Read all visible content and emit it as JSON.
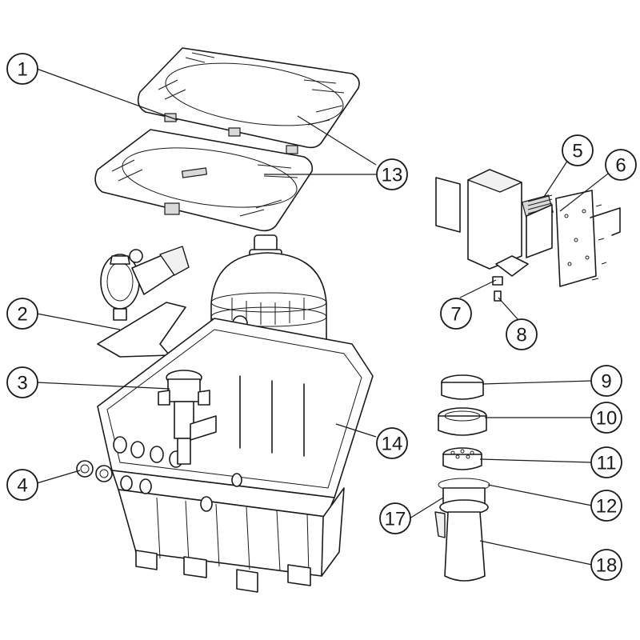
{
  "callouts": [
    {
      "id": "1",
      "label": "1"
    },
    {
      "id": "2",
      "label": "2"
    },
    {
      "id": "3",
      "label": "3"
    },
    {
      "id": "4",
      "label": "4"
    },
    {
      "id": "5",
      "label": "5"
    },
    {
      "id": "6",
      "label": "6"
    },
    {
      "id": "7",
      "label": "7"
    },
    {
      "id": "8",
      "label": "8"
    },
    {
      "id": "9",
      "label": "9"
    },
    {
      "id": "10",
      "label": "10"
    },
    {
      "id": "11",
      "label": "11"
    },
    {
      "id": "12",
      "label": "12"
    },
    {
      "id": "13",
      "label": "13"
    },
    {
      "id": "14",
      "label": "14"
    },
    {
      "id": "17",
      "label": "17"
    },
    {
      "id": "18",
      "label": "18"
    }
  ],
  "colors": {
    "ink": "#1a1a1a",
    "background": "#ffffff"
  }
}
